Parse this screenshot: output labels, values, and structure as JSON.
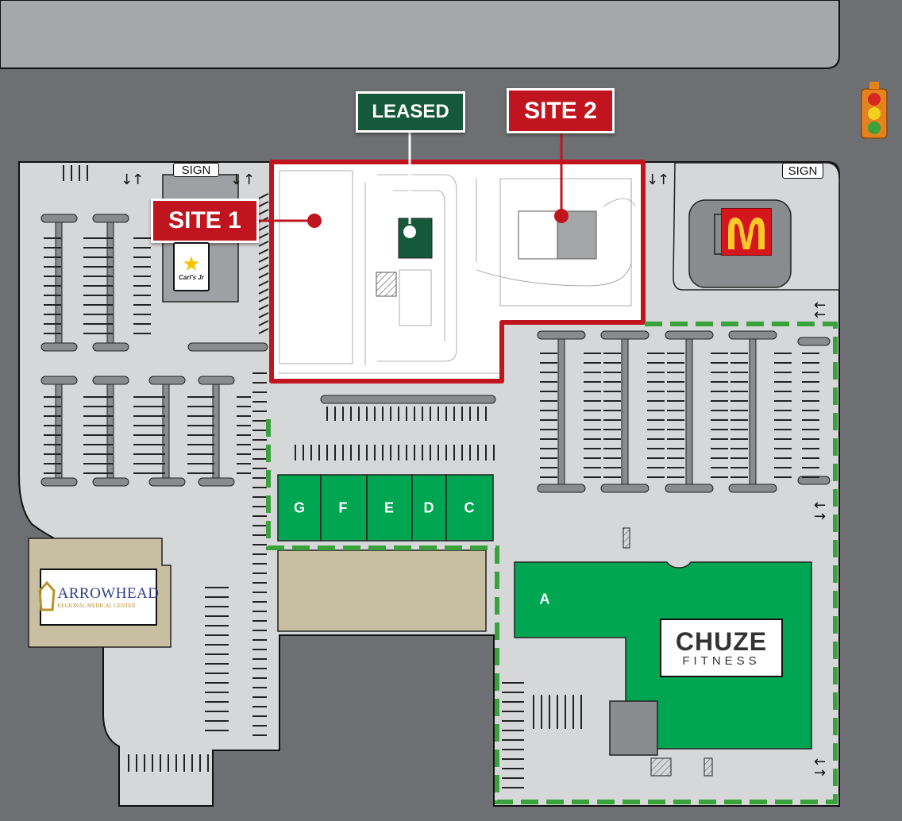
{
  "labels": {
    "site1": "SITE 1",
    "site2": "SITE 2",
    "leased": "LEASED",
    "sign_left": "SIGN",
    "sign_right": "SIGN"
  },
  "units": [
    "G",
    "F",
    "E",
    "D",
    "C",
    "A"
  ],
  "tenants": {
    "arrowhead_name": "ARROWHEAD",
    "arrowhead_sub": "REGIONAL MEDICAL CENTER",
    "chuze_name": "CHUZE",
    "chuze_sub": "FITNESS",
    "carls_jr": "Carl's Jr",
    "mcdonalds_icon": "mcdonalds-arches-icon"
  },
  "icons": [
    "traffic-light-icon",
    "arrow-up-icon",
    "arrow-down-icon",
    "arrow-left-icon",
    "arrow-right-icon"
  ],
  "colors": {
    "road": "#6e6f72",
    "lot": "#d6d7d9",
    "site_outline": "#c0151f",
    "leased_green": "#16593a",
    "tenant_green": "#00a651",
    "boundary_dash": "#3aa23a",
    "pad_tan": "#c8bfa3"
  }
}
